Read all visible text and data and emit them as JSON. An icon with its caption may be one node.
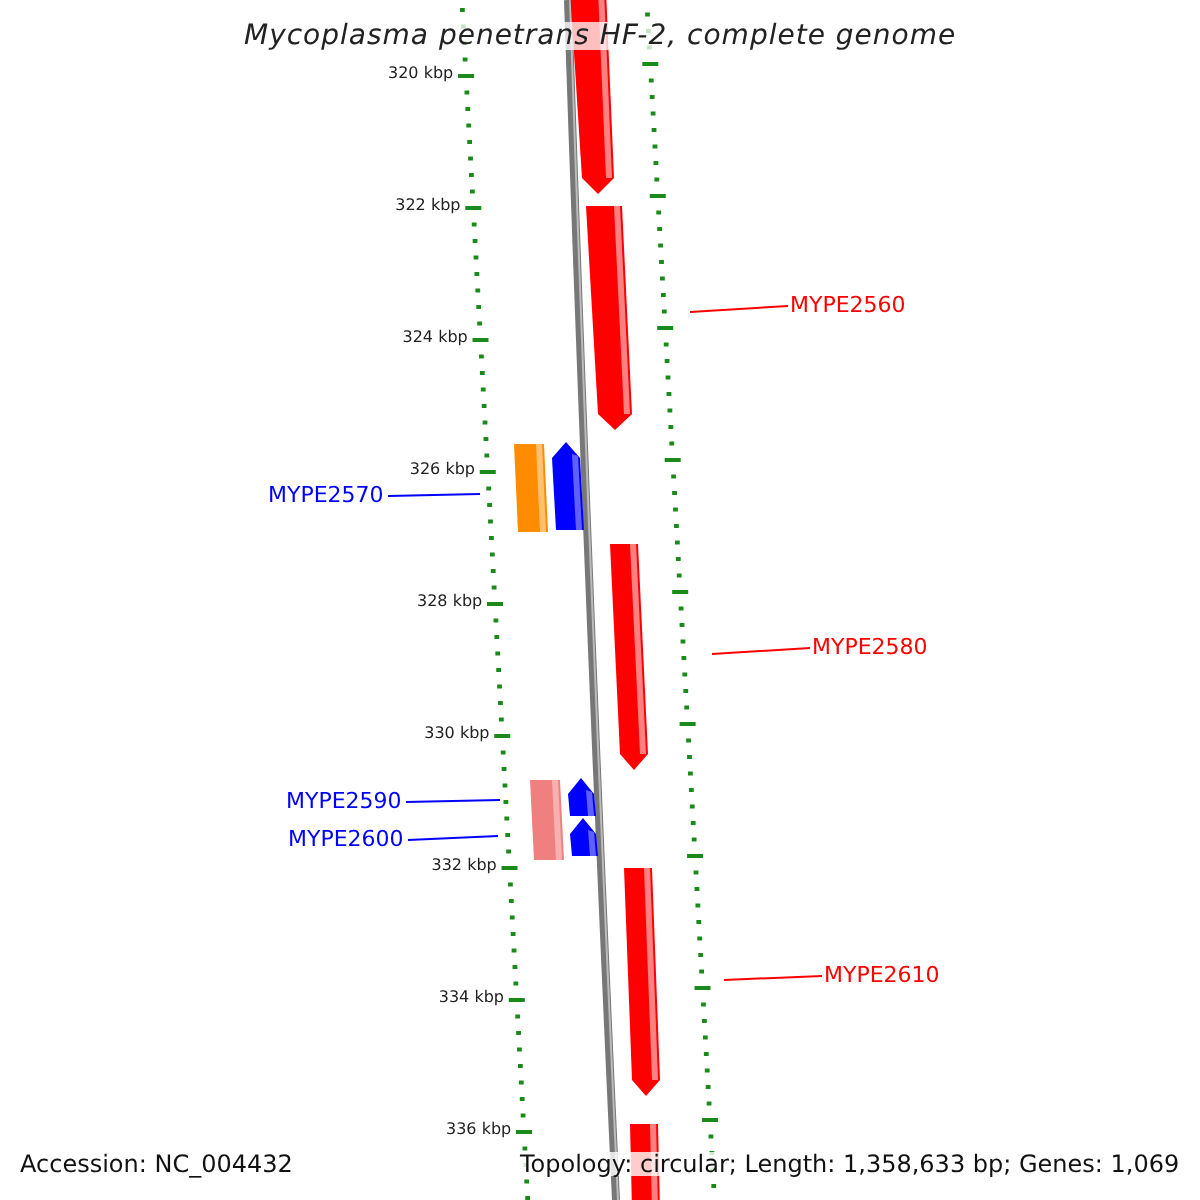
{
  "diagram": {
    "title": "Mycoplasma penetrans HF-2, complete genome",
    "nodes": [
      {
        "text": [
          "MYPE2560"
        ]
      },
      {
        "text": [
          "MYPE2570"
        ]
      },
      {
        "text": [
          "MYPE2580"
        ]
      },
      {
        "text": [
          "MYPE2590"
        ]
      },
      {
        "text": [
          "MYPE2600"
        ]
      },
      {
        "text": [
          "MYPE2610"
        ]
      }
    ],
    "edges": [
      {
        "from": 0,
        "to": null,
        "arrow": "none",
        "color": "#ff0000"
      },
      {
        "from": 1,
        "to": null,
        "arrow": "none",
        "color": "#0000ff"
      },
      {
        "from": 2,
        "to": null,
        "arrow": "none",
        "color": "#ff0000"
      },
      {
        "from": 3,
        "to": null,
        "arrow": "none",
        "color": "#0000ff"
      },
      {
        "from": 4,
        "to": null,
        "arrow": "none",
        "color": "#0000ff"
      },
      {
        "from": 5,
        "to": null,
        "arrow": "none",
        "color": "#ff0000"
      }
    ],
    "labels": [
      "320 kbp",
      "322 kbp",
      "324 kbp",
      "326 kbp",
      "328 kbp",
      "330 kbp",
      "332 kbp",
      "334 kbp",
      "336 kbp",
      "Accession: NC_004432",
      "Topology: circular; Length: 1,358,633 bp; Genes: 1,069"
    ]
  }
}
